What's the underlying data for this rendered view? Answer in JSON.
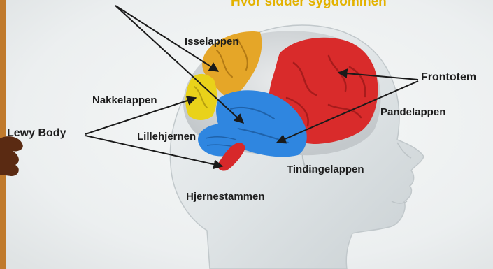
{
  "slide": {
    "title": "Hvor sidder sygdommen",
    "labels": {
      "isselappen": "Isselappen",
      "nakkelappen": "Nakkelappen",
      "lewy_body": "Lewy Body",
      "lillehjernen": "Lillehjernen",
      "hjernestammen": "Hjernestammen",
      "frontotem": "Frontotem",
      "pandelappen": "Pandelappen",
      "tindingelappen": "Tindingelappen"
    }
  },
  "colors": {
    "frame": "#c07a2c",
    "background": "#eef1f0",
    "frontal_lobe": "#d92b2b",
    "parietal_lobe": "#e5a628",
    "occipital_lobe": "#e9d21a",
    "temporal_lobe": "#2f86e0",
    "cerebellum": "#2f86e0",
    "brainstem": "#d7282a",
    "title": "#e3b200",
    "arrows": "#1a1a1a"
  }
}
